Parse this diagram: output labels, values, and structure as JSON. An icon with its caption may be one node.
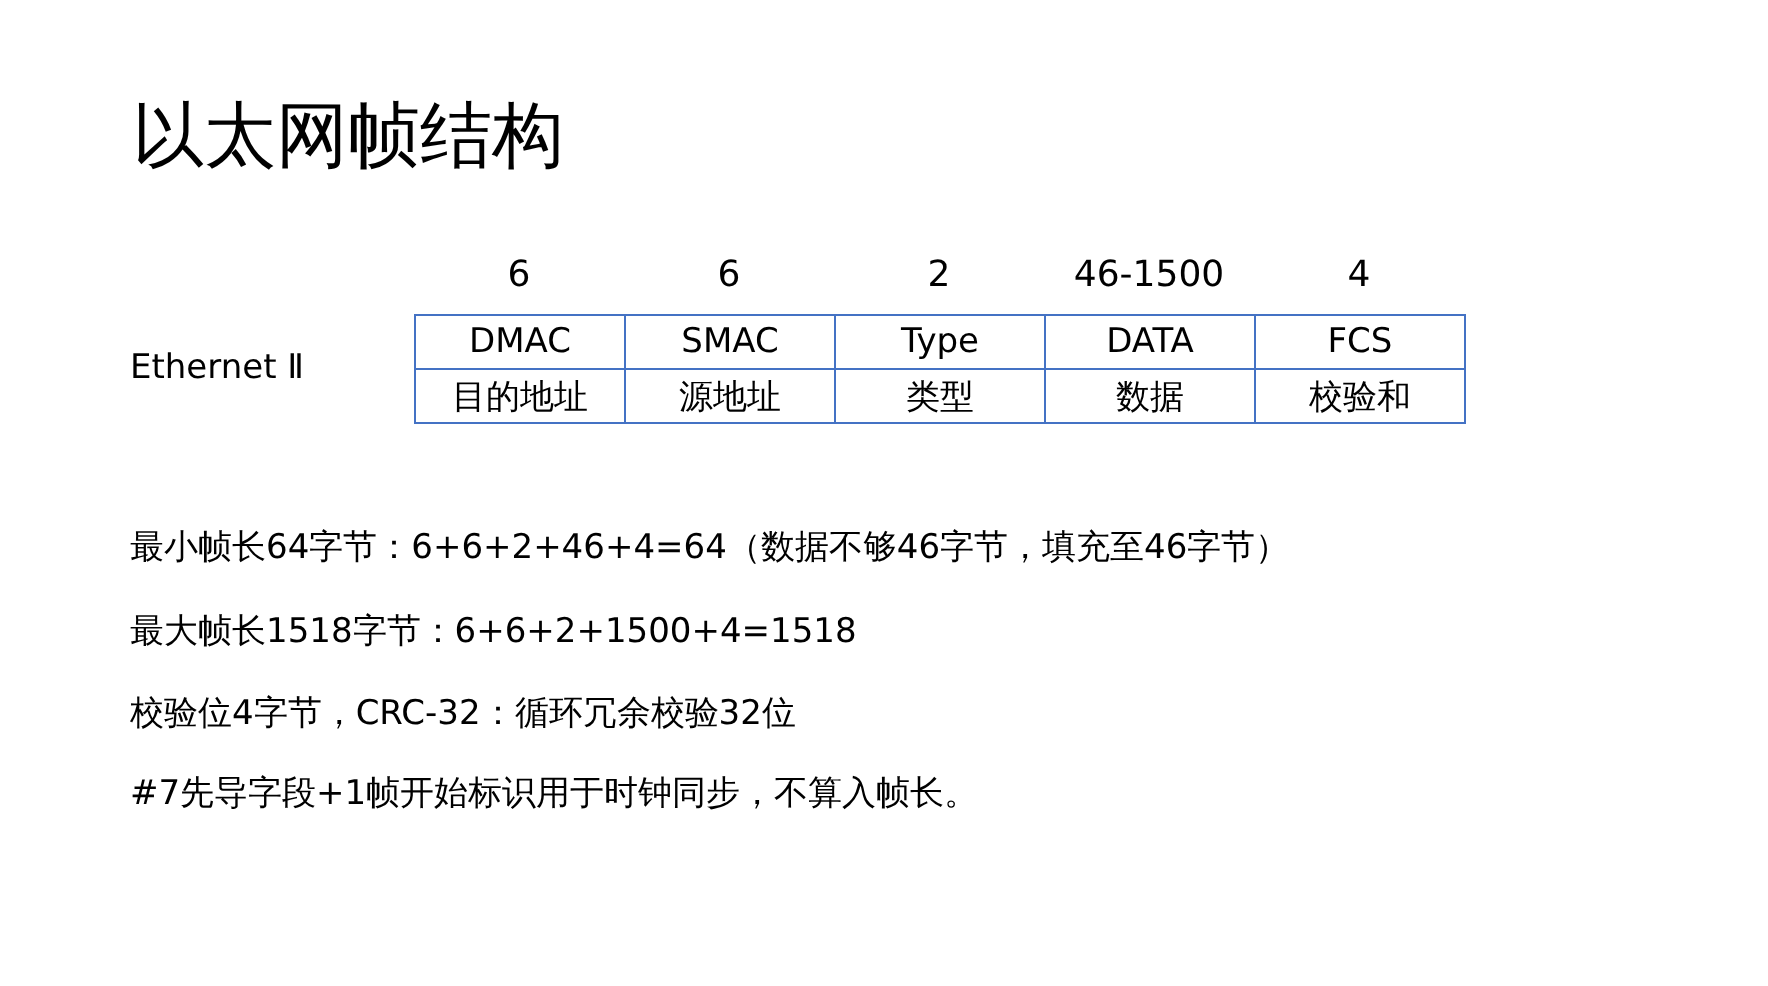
{
  "diagram": {
    "title": "以太网帧结构",
    "labels": [
      "6",
      "6",
      "2",
      "46-1500",
      "4",
      "Ethernet Ⅱ",
      "DMAC",
      "SMAC",
      "Type",
      "DATA",
      "FCS",
      "目的地址",
      "源地址",
      "类型",
      "数据",
      "校验和",
      "最小帧长64字节：6+6+2+46+4=64（数据不够46字节，填充至46字节）",
      "最大帧长1518字节：6+6+2+1500+4=1518",
      "校验位4字节，CRC-32：循环冗余校验32位",
      "#7先导字段+1帧开始标识用于时钟同步，不算入帧长。"
    ]
  }
}
